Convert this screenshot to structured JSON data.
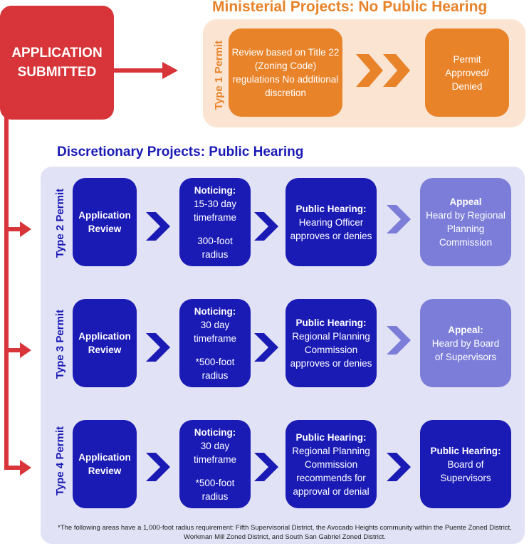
{
  "application": {
    "label": "APPLICATION\nSUBMITTED"
  },
  "ministerial": {
    "title": "Ministerial Projects: No Public Hearing",
    "permit_label": "Type 1 Permit",
    "review_text": "Review based on Title 22 (Zoning Code) regulations No additional discretion",
    "result_text": "Permit Approved/ Denied"
  },
  "discretionary": {
    "title": "Discretionary Projects: Public Hearing",
    "rows": [
      {
        "permit_label": "Type 2 Permit",
        "review": "Application Review",
        "noticing_title": "Noticing:",
        "noticing_timeframe": "15-30 day timeframe",
        "noticing_radius": "300-foot radius",
        "hearing_title": "Public Hearing:",
        "hearing_text": "Hearing Officer approves or denies",
        "final_title": "Appeal",
        "final_text": "Heard by Regional Planning Commission"
      },
      {
        "permit_label": "Type 3 Permit",
        "review": "Application Review",
        "noticing_title": "Noticing:",
        "noticing_timeframe": "30 day timeframe",
        "noticing_radius": "*500-foot radius",
        "hearing_title": "Public Hearing:",
        "hearing_text": "Regional Planning Commission approves or denies",
        "final_title": "Appeal:",
        "final_text": "Heard by Board of Supervisors"
      },
      {
        "permit_label": "Type 4 Permit",
        "review": "Application Review",
        "noticing_title": "Noticing:",
        "noticing_timeframe": "30 day timeframe",
        "noticing_radius": "*500-foot radius",
        "hearing_title": "Public Hearing:",
        "hearing_text": "Regional Planning Commission recommends for approval or denial",
        "final_title": "Public Hearing:",
        "final_text": "Board of Supervisors"
      }
    ],
    "footnote": "*The following areas have a 1,000-foot radius requirement: Fifth Supervisorial District, the Avocado Heights community within the Puente Zoned District, Workman Mill Zoned District, and South San Gabriel Zoned District."
  },
  "colors": {
    "red": "#d8353a",
    "orange": "#e8832a",
    "orange_light": "#fbe5d2",
    "blue": "#1a1ab5",
    "blue_light": "#7b7dd8",
    "panel_light": "#e2e2f6"
  },
  "icons": {
    "flow_arrow": "red-arrow-icon",
    "chevron": "chevron-right-icon",
    "double_chevron": "double-chevron-right-icon"
  }
}
